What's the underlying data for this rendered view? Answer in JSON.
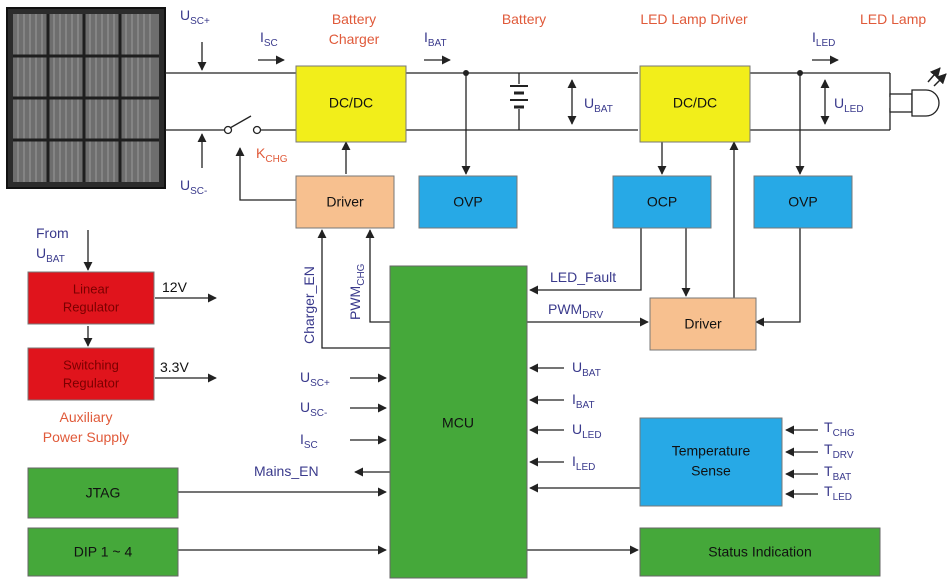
{
  "headers": {
    "battery_charger_1": "Battery",
    "battery_charger_2": "Charger",
    "battery": "Battery",
    "led_driver": "LED Lamp Driver",
    "led_lamp": "LED Lamp"
  },
  "blocks": {
    "dcdc_charger": "DC/DC",
    "dcdc_led": "DC/DC",
    "driver_charger": "Driver",
    "ovp_battery": "OVP",
    "ocp": "OCP",
    "ovp_led": "OVP",
    "driver_led": "Driver",
    "mcu": "MCU",
    "temp_sense_1": "Temperature",
    "temp_sense_2": "Sense",
    "linear_reg_1": "Linear",
    "linear_reg_2": "Regulator",
    "switching_reg_1": "Switching",
    "switching_reg_2": "Regulator",
    "jtag": "JTAG",
    "dip": "DIP 1 ~ 4",
    "status": "Status Indication"
  },
  "labels": {
    "usc_plus": {
      "main": "U",
      "sub": "SC+"
    },
    "usc_minus": {
      "main": "U",
      "sub": "SC-"
    },
    "isc": {
      "main": "I",
      "sub": "SC"
    },
    "ibat": {
      "main": "I",
      "sub": "BAT"
    },
    "ubat": {
      "main": "U",
      "sub": "BAT"
    },
    "iled": {
      "main": "I",
      "sub": "LED"
    },
    "uled": {
      "main": "U",
      "sub": "LED"
    },
    "kchg": {
      "main": "K",
      "sub": "CHG"
    },
    "charger_en": "Charger_EN",
    "pwm_chg": {
      "main": "PWM",
      "sub": "CHG"
    },
    "led_fault": "LED_Fault",
    "pwm_drv": {
      "main": "PWM",
      "sub": "DRV"
    },
    "from_1": "From",
    "from_ubat": {
      "main": "U",
      "sub": "BAT"
    },
    "v12": "12V",
    "v33": "3.3V",
    "aux_1": "Auxiliary",
    "aux_2": "Power Supply",
    "mcu_in_usc_plus": {
      "main": "U",
      "sub": "SC+"
    },
    "mcu_in_usc_minus": {
      "main": "U",
      "sub": "SC-"
    },
    "mcu_in_isc": {
      "main": "I",
      "sub": "SC"
    },
    "mains_en": "Mains_EN",
    "mcu_in_ubat": {
      "main": "U",
      "sub": "BAT"
    },
    "mcu_in_ibat": {
      "main": "I",
      "sub": "BAT"
    },
    "mcu_in_uled": {
      "main": "U",
      "sub": "LED"
    },
    "mcu_in_iled": {
      "main": "I",
      "sub": "LED"
    },
    "t_chg": {
      "main": "T",
      "sub": "CHG"
    },
    "t_drv": {
      "main": "T",
      "sub": "DRV"
    },
    "t_bat": {
      "main": "T",
      "sub": "BAT"
    },
    "t_led": {
      "main": "T",
      "sub": "LED"
    }
  },
  "colors": {
    "yellow_block": "#f2ee1a",
    "orange_block": "#f7c08f",
    "blue_block": "#27a9e6",
    "green_block": "#45a83a",
    "red_block": "#e0141c",
    "header_text": "#e05a3a",
    "signal_text": "#3a3a8c"
  }
}
